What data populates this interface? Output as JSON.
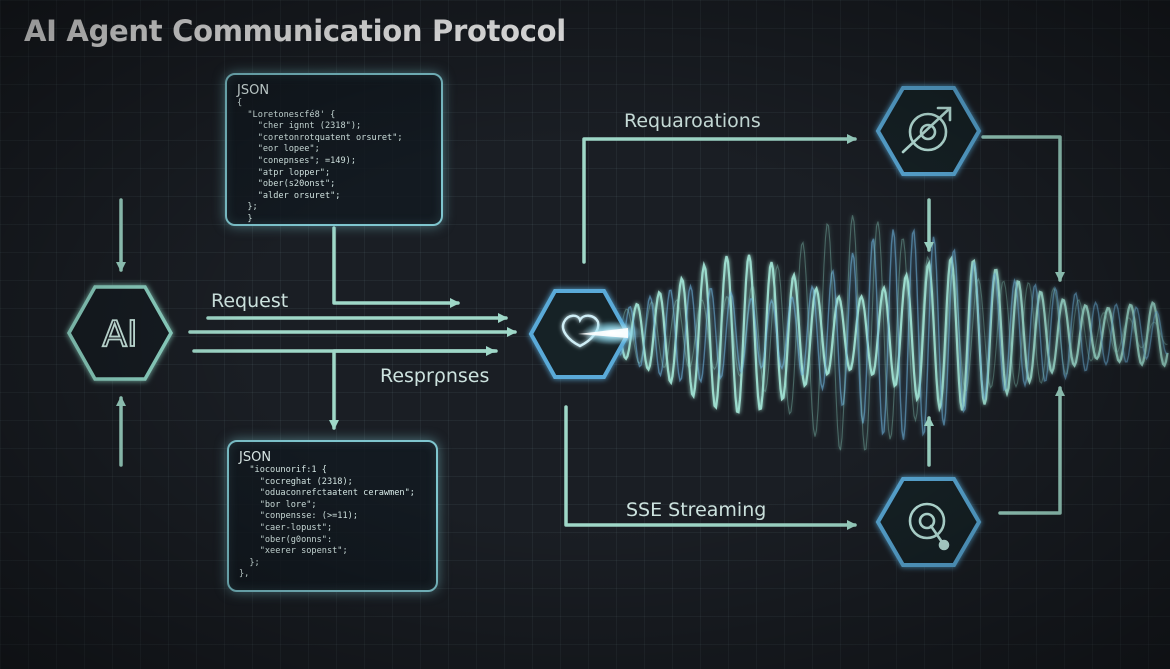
{
  "title": "AI Agent Communication Protocol",
  "nodes": {
    "ai": "AI"
  },
  "labels": {
    "request": "Request",
    "responses": "Resprρnses",
    "requarations": "Requaroations",
    "sse_streaming": "SSE Streaming"
  },
  "json_request": {
    "header": "JSON",
    "lines": [
      "{",
      "  \"Loretonescfé8' {",
      "    \"cher ignnt (2318\");",
      "    \"coretonrotquatent orsuret\";",
      "    \"eor lopee\";",
      "    \"conepnses\"; =149);",
      "    \"atpr lopper\";",
      "    \"ober(s20onst\";",
      "    \"alder orsuret\";",
      "  };",
      "  }",
      "}"
    ]
  },
  "json_response": {
    "header": "JSON",
    "lines": [
      "  \"iocounorif:1 {",
      "    \"cocreghat (2318);",
      "    \"oduaconrefctaatent cerawmen\";",
      "    \"bor lore\";",
      "    \"conpensse: (>=11);",
      "    \"caer-lopust\";",
      "    \"ober(g0onns\":",
      "    \"xeerer sopenst\";",
      "  };",
      "},"
    ]
  },
  "colors": {
    "background": "#1b1f25",
    "line": "#9fd8c8",
    "hex_teal": "#8fd6c6",
    "hex_blue": "#5aaad8",
    "box_border": "#7fc6cf"
  },
  "icons": {
    "hub": "wave-emitter-icon",
    "target": "target-arrow-icon",
    "stream": "radar-scan-icon"
  }
}
